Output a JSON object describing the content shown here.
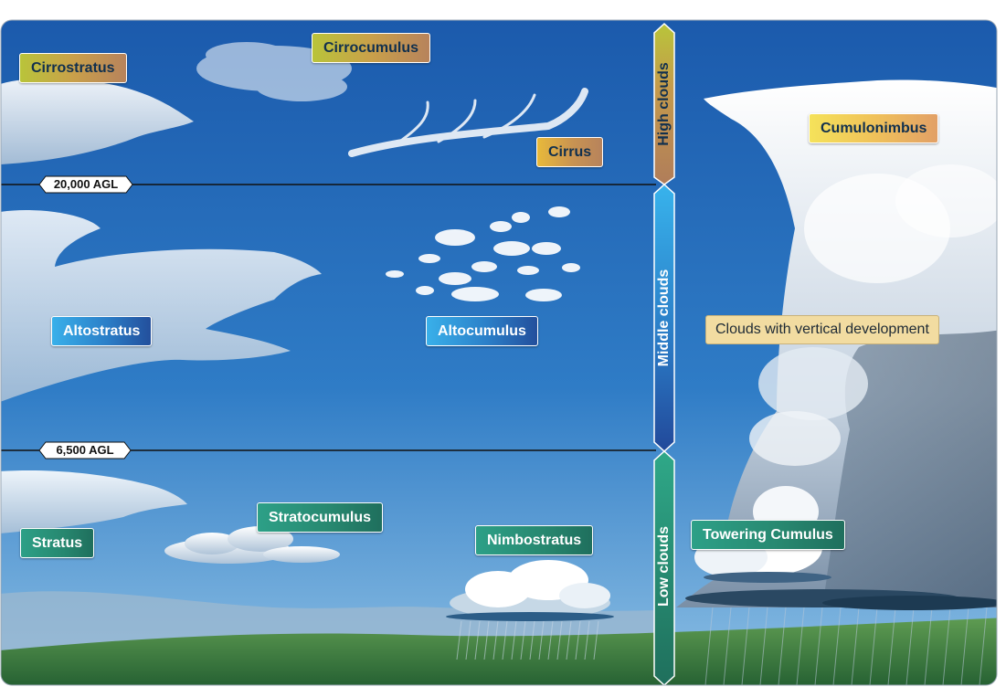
{
  "altitudes": {
    "high_boundary": "20,000 AGL",
    "low_boundary": "6,500 AGL"
  },
  "bands": {
    "high": "High clouds",
    "middle": "Middle clouds",
    "low": "Low clouds"
  },
  "cloud_labels": {
    "cirrostratus": "Cirrostratus",
    "cirrocumulus": "Cirrocumulus",
    "cirrus": "Cirrus",
    "cumulonimbus": "Cumulonimbus",
    "altostratus": "Altostratus",
    "altocumulus": "Altocumulus",
    "vertical_development": "Clouds with vertical development",
    "stratus": "Stratus",
    "stratocumulus": "Stratocumulus",
    "nimbostratus": "Nimbostratus",
    "towering_cumulus": "Towering Cumulus"
  },
  "colors": {
    "sky_top": "#1d5fb0",
    "sky_bottom": "#7fb4de",
    "ground": "#3b7a3c",
    "high_band": "#b58058",
    "middle_band": "#2a7fcb",
    "low_band": "#2a917a"
  }
}
